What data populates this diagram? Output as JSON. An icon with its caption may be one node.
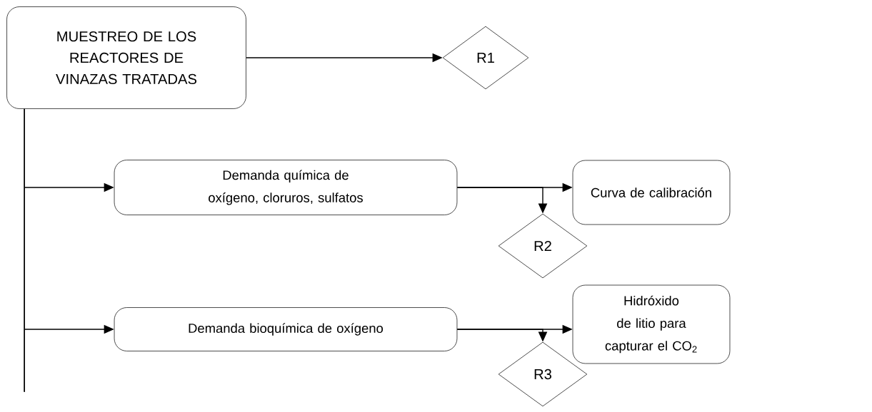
{
  "diagram": {
    "nodes": [
      {
        "text": [
          "MUESTREO DE LOS REACTORES DE VINAZAS TRATADAS"
        ]
      },
      {
        "text": [
          "R1"
        ]
      },
      {
        "text": [
          "Demanda química de oxígeno, cloruros, sulfatos"
        ]
      },
      {
        "text": [
          "Curva de calibración"
        ]
      },
      {
        "text": [
          "R2"
        ]
      },
      {
        "text": [
          "Demanda bioquímica de oxígeno"
        ]
      },
      {
        "text": [
          "Hidróxido de litio para capturar el CO$_{2}$"
        ]
      },
      {
        "text": [
          "R3"
        ]
      }
    ],
    "edges": [
      {
        "from": 0,
        "to": 1,
        "arrow": "to"
      },
      {
        "from": 0,
        "to": 2,
        "arrow": "to"
      },
      {
        "from": 0,
        "to": 5,
        "arrow": "to"
      },
      {
        "from": 2,
        "to": 3,
        "arrow": "to"
      },
      {
        "from": 2,
        "to": 4,
        "arrow": "to"
      },
      {
        "from": 5,
        "to": 6,
        "arrow": "to"
      },
      {
        "from": 5,
        "to": 7,
        "arrow": "to"
      }
    ]
  }
}
